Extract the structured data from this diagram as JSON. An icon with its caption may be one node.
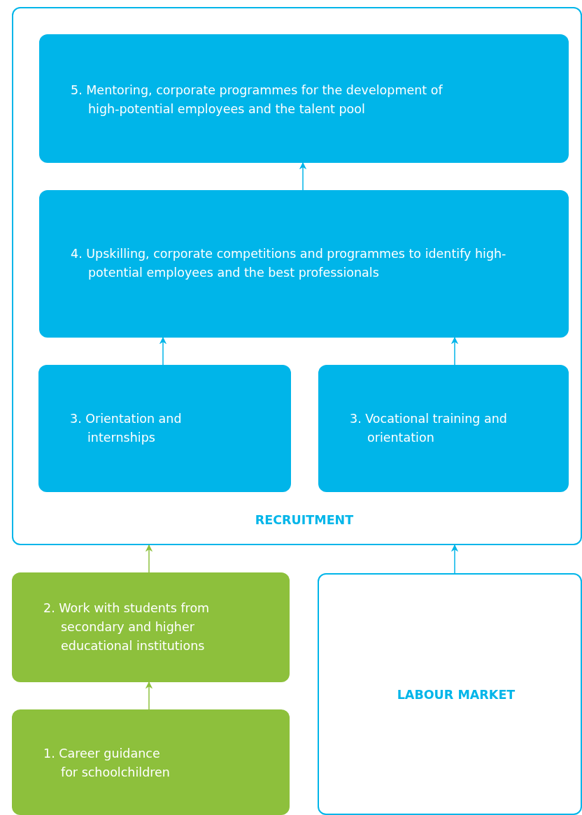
{
  "diagram": {
    "nodes": [
      {
        "text": [
          "RECRUITMENT"
        ]
      },
      {
        "text": [
          "5. Mentoring, corporate programmes for the development of high-potential employees and the talent pool"
        ],
        "in": 0
      },
      {
        "text": [
          "4. Upskilling, corporate competitions and programmes to identify high-potential employees and the best professionals"
        ],
        "in": 0
      },
      {
        "text": [
          "3. Orientation and internships"
        ],
        "in": 0
      },
      {
        "text": [
          "3. Vocational training and orientation"
        ],
        "in": 0
      },
      {
        "text": [
          "2. Work with students from secondary and higher educational institutions"
        ]
      },
      {
        "text": [
          "1. Career guidance for schoolchildren"
        ]
      },
      {
        "text": [
          "LABOUR MARKET"
        ]
      }
    ],
    "edges": [
      {
        "from": 2,
        "to": 1,
        "arrow": "to"
      },
      {
        "from": 3,
        "to": 2,
        "arrow": "to"
      },
      {
        "from": 4,
        "to": 2,
        "arrow": "to"
      },
      {
        "from": 5,
        "to": 0,
        "arrow": "to",
        "color": "#8dc03c"
      },
      {
        "from": 6,
        "to": 5,
        "arrow": "to",
        "color": "#8dc03c"
      },
      {
        "from": 7,
        "to": 0,
        "arrow": "to"
      }
    ]
  }
}
